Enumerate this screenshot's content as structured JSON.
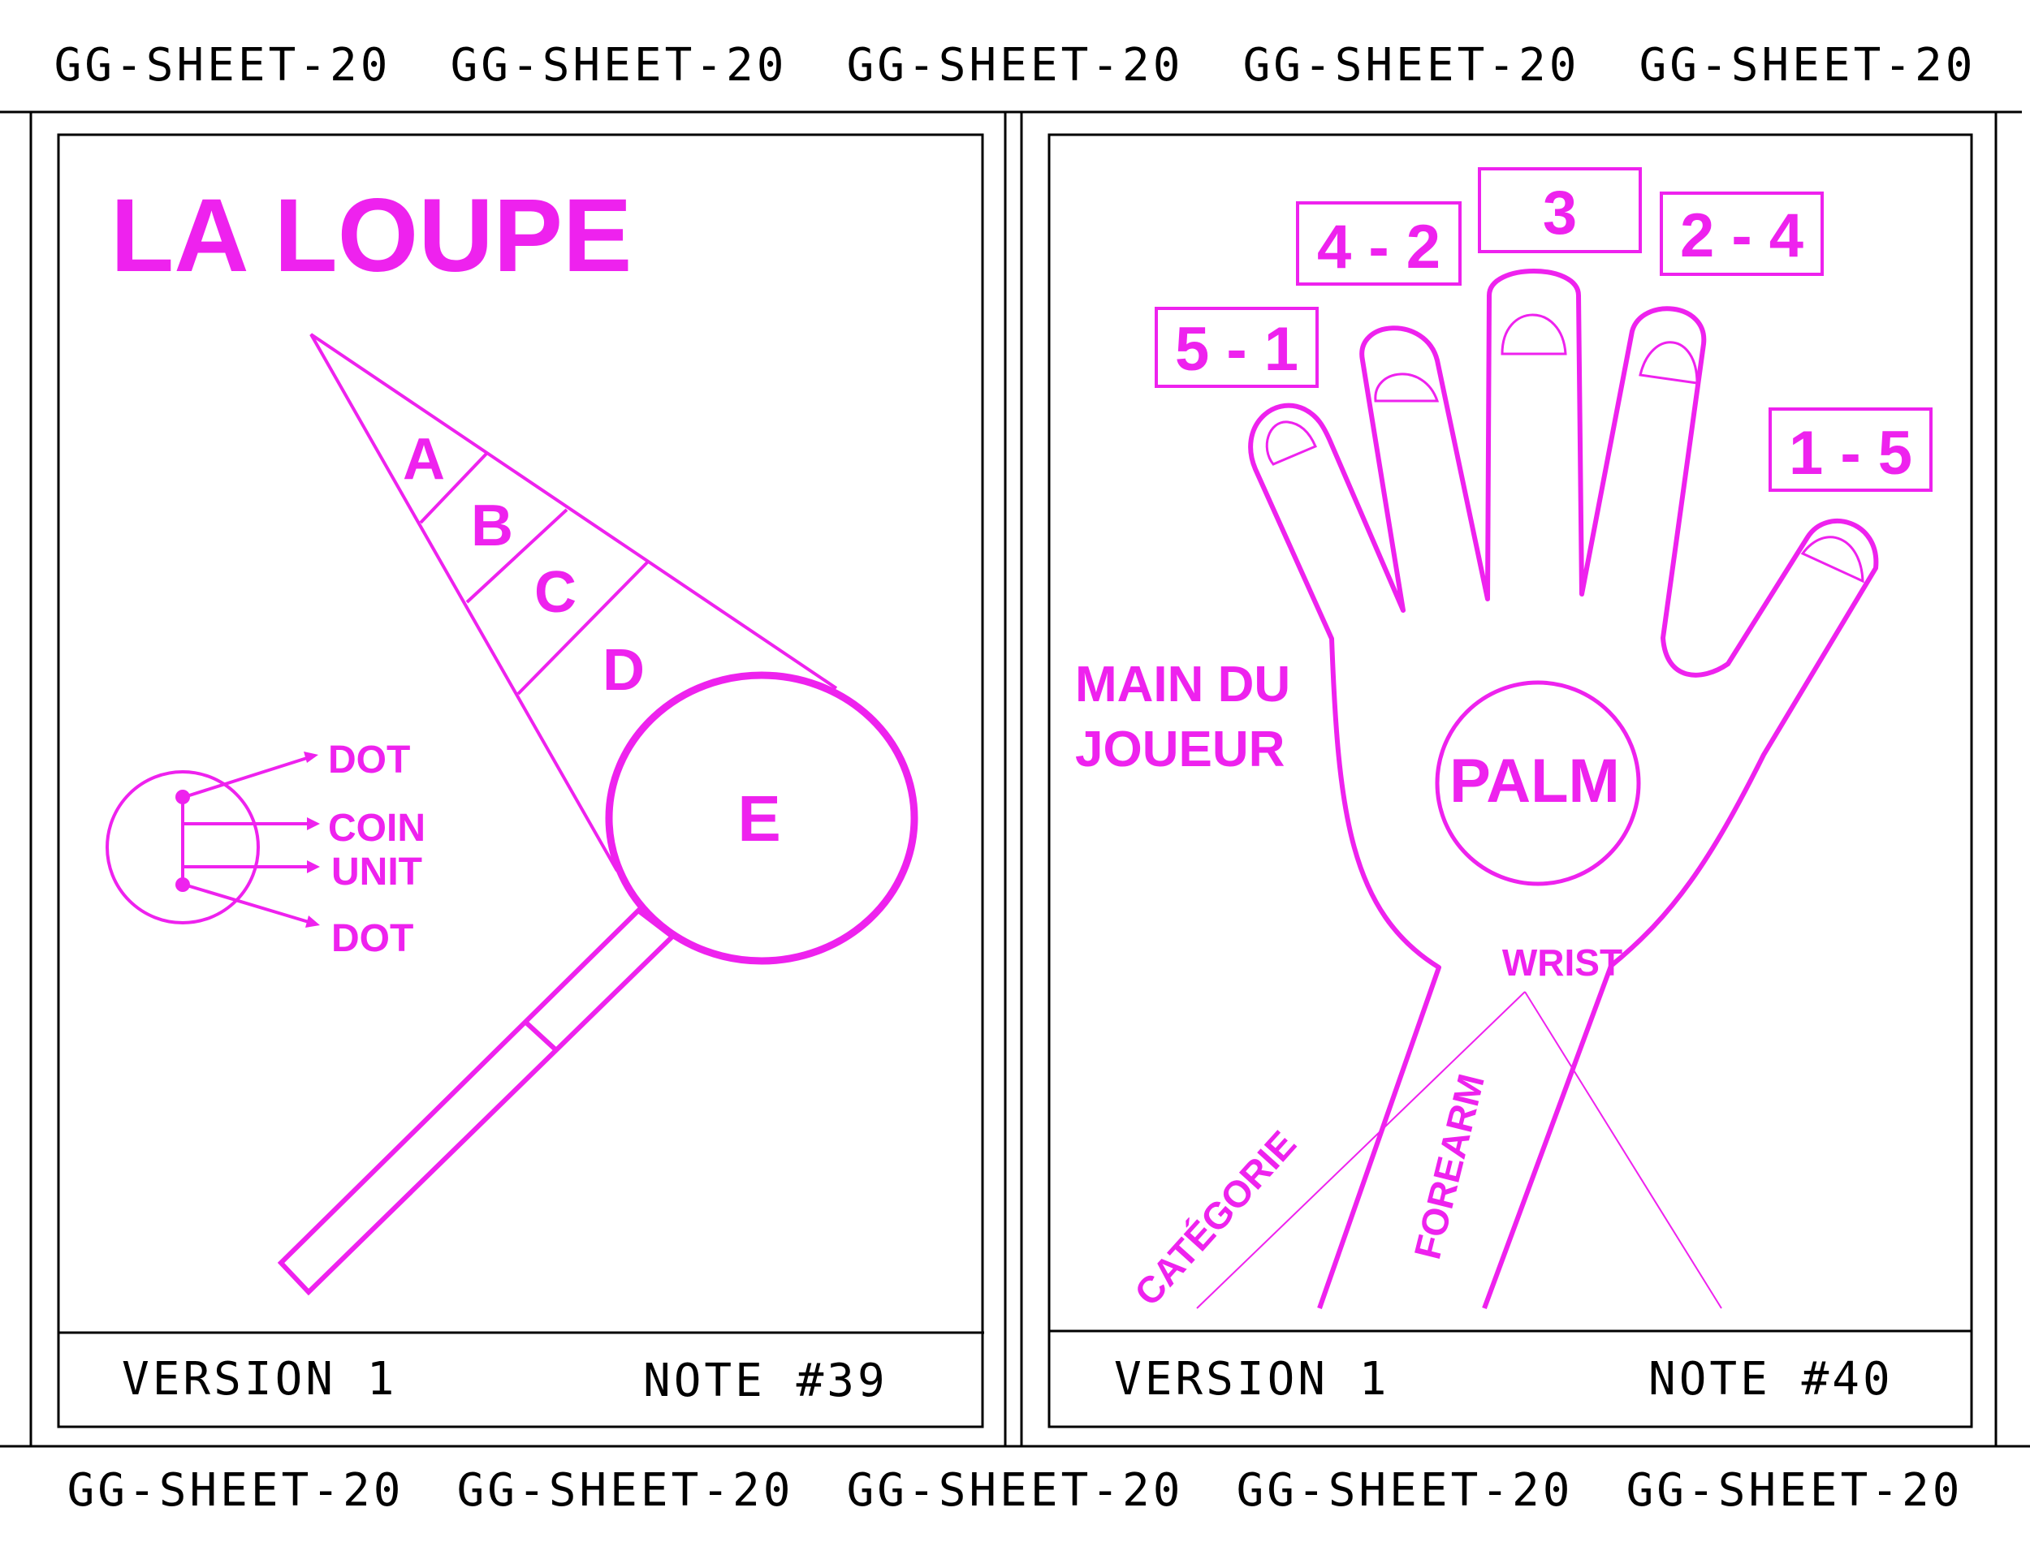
{
  "sheet_id": "GG-SHEET-20",
  "top_strip": [
    "GG-SHEET-20",
    "GG-SHEET-20",
    "GG-SHEET-20",
    "GG-SHEET-20",
    "GG-SHEET-20"
  ],
  "bottom_strip": [
    "GG-SHEET-20",
    "GG-SHEET-20",
    "GG-SHEET-20",
    "GG-SHEET-20",
    "GG-SHEET-20"
  ],
  "colors": {
    "accent": "#ee22ee",
    "line": "#000000",
    "background": "#ffffff"
  },
  "left_card": {
    "title": "LA LOUPE",
    "sections": [
      "A",
      "B",
      "C",
      "D"
    ],
    "lens_label": "E",
    "legend": {
      "dot_top": "DOT",
      "coin": "COIN",
      "unit": "UNIT",
      "dot_bottom": "DOT"
    },
    "footer": {
      "version": "VERSION 1",
      "note": "NOTE #39"
    }
  },
  "right_card": {
    "fingers": [
      "5 - 1",
      "4 - 2",
      "3",
      "2 - 4",
      "1 - 5"
    ],
    "side_label_line1": "MAIN DU",
    "side_label_line2": "JOUEUR",
    "palm": "PALM",
    "wrist": "WRIST",
    "forearm": "FOREARM",
    "category": "CATÉGORIE",
    "footer": {
      "version": "VERSION 1",
      "note": "NOTE #40"
    }
  }
}
